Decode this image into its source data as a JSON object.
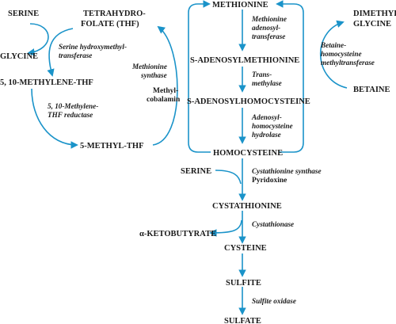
{
  "colors": {
    "arrow": "#1a93c9",
    "text": "#1a1a1a",
    "background": "#ffffff"
  },
  "nodes": {
    "serine_top": "SERINE",
    "thf_line1": "TETRAHYDRO-",
    "thf_line2": "FOLATE (THF)",
    "glycine": "GLYCINE",
    "methylene_thf": "5, 10-METHYLENE-THF",
    "methyl_thf": "5-METHYL-THF",
    "methionine": "METHIONINE",
    "sam": "S-ADENOSYLMETHIONINE",
    "sah": "S-ADENOSYLHOMOCYSTEINE",
    "homocysteine": "HOMOCYSTEINE",
    "dmg_line1": "DIMETHYL-",
    "dmg_line2": "GLYCINE",
    "betaine": "BETAINE",
    "serine_mid": "SERINE",
    "cystathionine": "CYSTATHIONINE",
    "ketobutyrate": "α-KETOBUTYRATE",
    "cysteine": "CYSTEINE",
    "sulfite": "SULFITE",
    "sulfate": "SULFATE"
  },
  "enzymes": {
    "shmt_line1": "Serine hydroxymethyl-",
    "shmt_line2": "transferase",
    "mthfr_line1": "5, 10-Methylene-",
    "mthfr_line2": "THF reductase",
    "ms_line1": "Methionine",
    "ms_line2": "synthase",
    "mat_line1": "Methionine",
    "mat_line2": "adenosyl-",
    "mat_line3": "transferase",
    "trans_line1": "Trans-",
    "trans_line2": "methylase",
    "sahh_line1": "Adenosyl-",
    "sahh_line2": "homocysteine",
    "sahh_line3": "hydrolase",
    "bhmt_line1": "Betaine-",
    "bhmt_line2": "homocysteine",
    "bhmt_line3": "methyltransferase",
    "cbs": "Cystathionine synthase",
    "cgl": "Cystathionase",
    "suox": "Sulfite oxidase"
  },
  "cofactors": {
    "methylcobalamin_line1": "Methyl-",
    "methylcobalamin_line2": "cobalamin",
    "pyridoxine": "Pyridoxine"
  }
}
